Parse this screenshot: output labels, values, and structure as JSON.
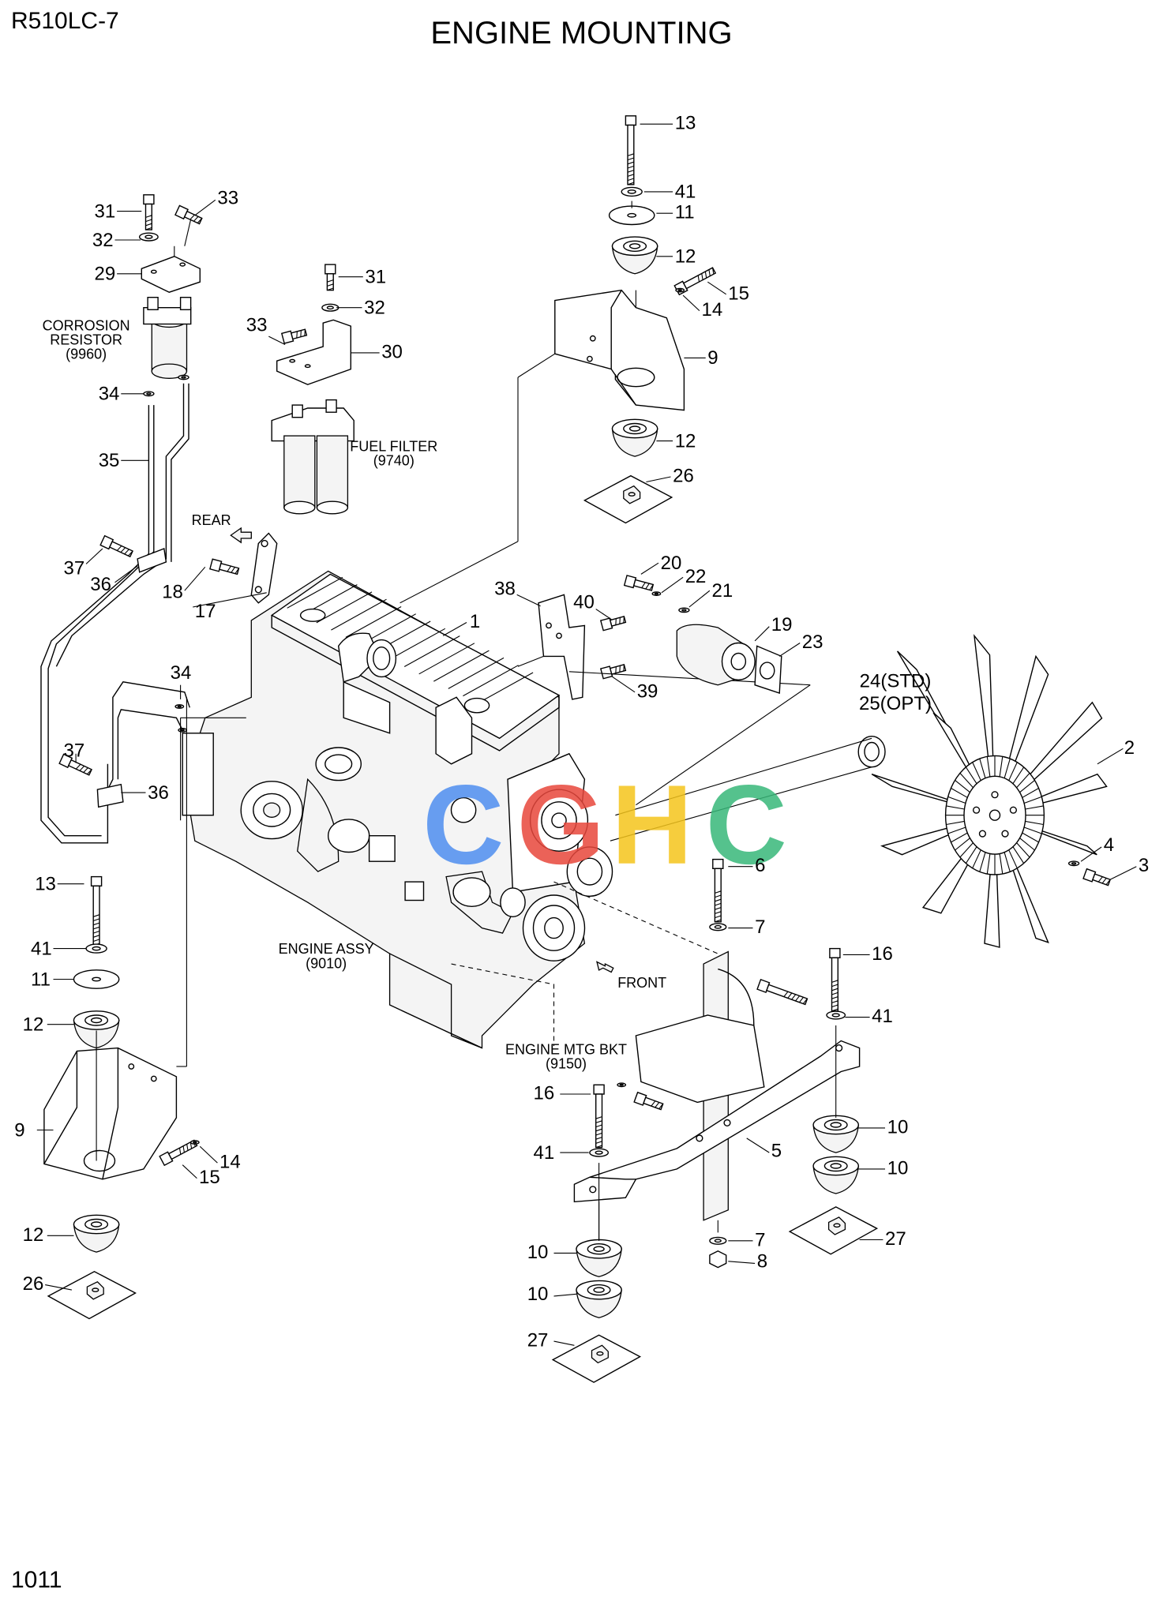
{
  "header": {
    "model": "R510LC-7",
    "title": "ENGINE MOUNTING",
    "page_number": "1011"
  },
  "notes": {
    "corrosion_resistor": [
      "CORROSION",
      "RESISTOR",
      "(9960)"
    ],
    "fuel_filter": [
      "FUEL FILTER",
      "(9740)"
    ],
    "engine_assy": [
      "ENGINE ASSY",
      "(9010)"
    ],
    "engine_mtg_bkt": [
      "ENGINE MTG BKT",
      "(9150)"
    ],
    "rear": "REAR",
    "front": "FRONT",
    "fan_options": [
      "24(STD)",
      "25(OPT)"
    ]
  },
  "watermark": {
    "letters": [
      "C",
      "G",
      "H",
      "C"
    ],
    "colors": [
      "#4f8ff0",
      "#e8473c",
      "#f5c51c",
      "#38b87a"
    ]
  },
  "callouts": [
    "1",
    "2",
    "3",
    "4",
    "5",
    "6",
    "7",
    "7",
    "8",
    "9",
    "9",
    "10",
    "10",
    "10",
    "10",
    "11",
    "11",
    "12",
    "12",
    "12",
    "12",
    "13",
    "13",
    "14",
    "14",
    "15",
    "15",
    "16",
    "16",
    "17",
    "18",
    "19",
    "20",
    "21",
    "22",
    "23",
    "26",
    "26",
    "27",
    "27",
    "29",
    "30",
    "31",
    "31",
    "32",
    "32",
    "33",
    "33",
    "34",
    "34",
    "35",
    "36",
    "36",
    "37",
    "37",
    "38",
    "39",
    "40",
    "41",
    "41",
    "41",
    "41"
  ]
}
